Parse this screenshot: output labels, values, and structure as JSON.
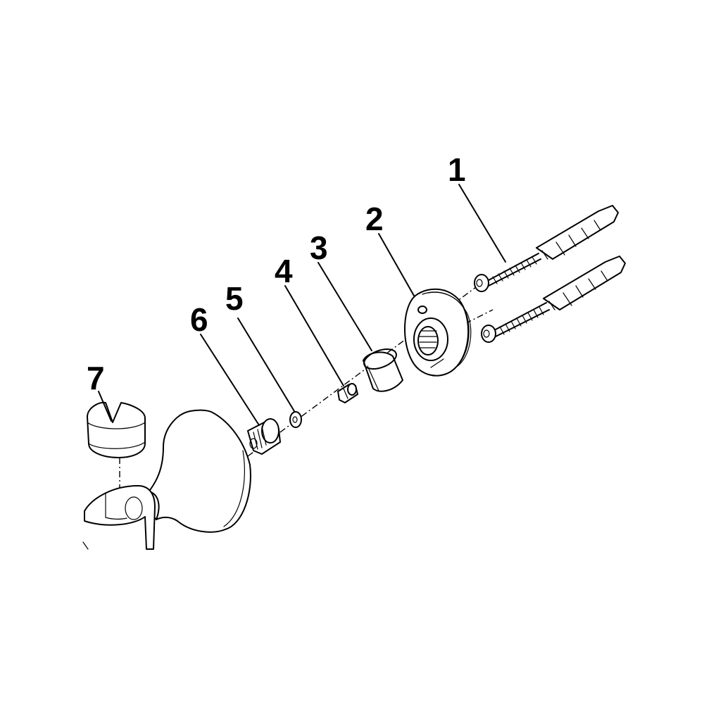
{
  "diagram": {
    "labels": [
      "1",
      "2",
      "3",
      "4",
      "5",
      "6",
      "7"
    ],
    "colors": {
      "line": "#000000",
      "background": "#ffffff"
    }
  }
}
